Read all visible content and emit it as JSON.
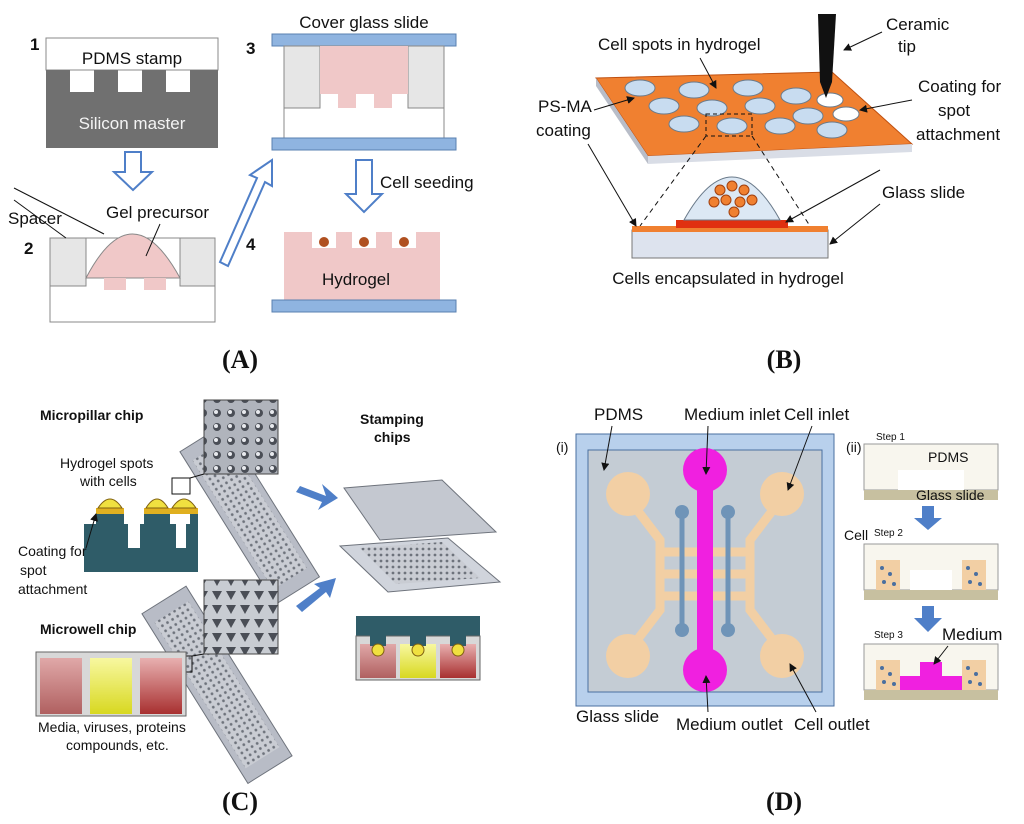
{
  "colors": {
    "pdms_light": "#e6e6e6",
    "silicon": "#707070",
    "gel_pink": "#f0c8c8",
    "glass_blue": "#8fb4e0",
    "orange_coat": "#f08030",
    "red_spot": "#e03010",
    "hydrogel_blue": "#dce8f4",
    "teal": "#2f5c68",
    "magenta": "#f020e0",
    "peach": "#f2cfa4",
    "steel_blue": "#6f94b8",
    "arrow_blue": "#4f7fc8",
    "beige_glass": "#c7c0a0"
  },
  "panelA": {
    "caption": "(A)",
    "step1": "1",
    "step2": "2",
    "step3": "3",
    "step4": "4",
    "pdms_stamp": "PDMS stamp",
    "silicon_master": "Silicon master",
    "spacer": "Spacer",
    "gel_precursor": "Gel precursor",
    "cover_glass": "Cover glass slide",
    "cell_seeding": "Cell seeding",
    "hydrogel": "Hydrogel"
  },
  "panelB": {
    "caption": "(B)",
    "cell_spots": "Cell spots in hydrogel",
    "ceramic_1": "Ceramic",
    "ceramic_2": "tip",
    "psma_1": "PS-MA",
    "psma_2": "coating",
    "coating_1": "Coating for",
    "coating_2": "spot",
    "coating_3": "attachment",
    "glass_slide": "Glass slide",
    "encapsulated": "Cells encapsulated in hydrogel"
  },
  "panelC": {
    "caption": "(C)",
    "micropillar": "Micropillar chip",
    "hydrogel_spots_1": "Hydrogel spots",
    "hydrogel_spots_2": "with cells",
    "coating_1": "Coating for",
    "coating_2": "spot",
    "coating_3": "attachment",
    "microwell": "Microwell chip",
    "stamping_1": "Stamping",
    "stamping_2": "chips",
    "media_1": "Media, viruses, proteins",
    "media_2": "compounds, etc."
  },
  "panelD": {
    "caption": "(D)",
    "roman_i": "(i)",
    "roman_ii": "(ii)",
    "pdms": "PDMS",
    "medium_inlet": "Medium inlet",
    "cell_inlet": "Cell inlet",
    "glass_slide": "Glass slide",
    "medium_outlet": "Medium outlet",
    "cell_outlet": "Cell outlet",
    "step1": "Step 1",
    "step2": "Step 2",
    "step3": "Step 3",
    "pdms_small": "PDMS",
    "glass_small": "Glass slide",
    "cell": "Cell",
    "medium": "Medium"
  }
}
